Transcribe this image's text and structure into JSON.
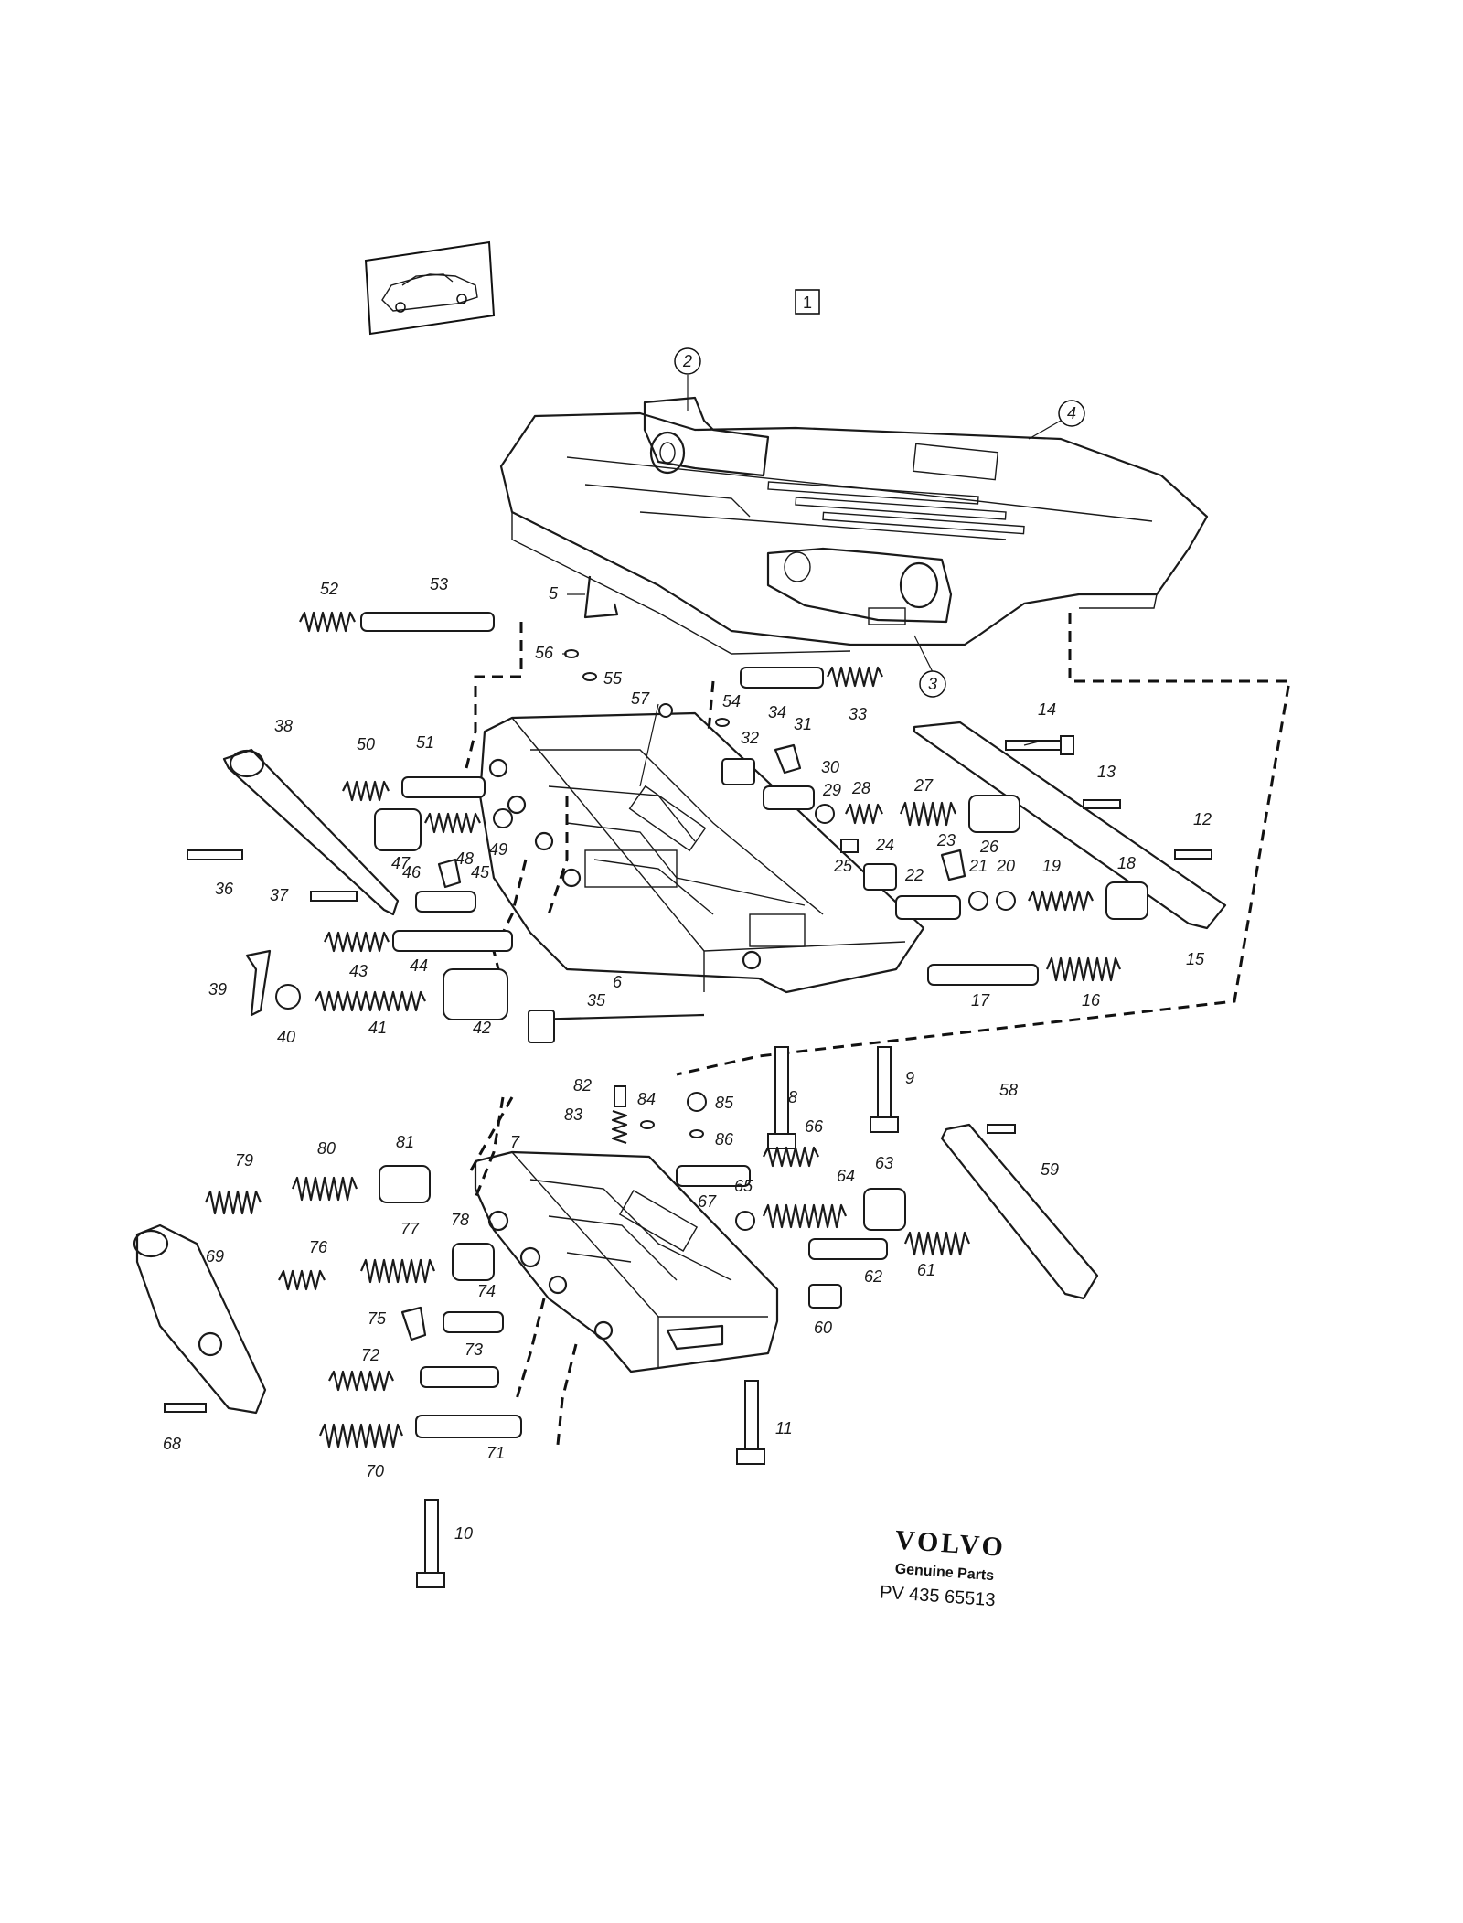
{
  "sheet": {
    "index_box": "1",
    "brand": {
      "name": "VOLVO",
      "subtitle": "Genuine Parts",
      "code": "PV 435 65513"
    }
  },
  "callouts_circled": [
    {
      "id": "2"
    },
    {
      "id": "4"
    },
    {
      "id": "3"
    }
  ],
  "callouts": [
    {
      "id": "5"
    },
    {
      "id": "52"
    },
    {
      "id": "53"
    },
    {
      "id": "56"
    },
    {
      "id": "55"
    },
    {
      "id": "57"
    },
    {
      "id": "54"
    },
    {
      "id": "34"
    },
    {
      "id": "33"
    },
    {
      "id": "31"
    },
    {
      "id": "32"
    },
    {
      "id": "30"
    },
    {
      "id": "29"
    },
    {
      "id": "28"
    },
    {
      "id": "27"
    },
    {
      "id": "26"
    },
    {
      "id": "14"
    },
    {
      "id": "13"
    },
    {
      "id": "12"
    },
    {
      "id": "38"
    },
    {
      "id": "50"
    },
    {
      "id": "51"
    },
    {
      "id": "47"
    },
    {
      "id": "48"
    },
    {
      "id": "49"
    },
    {
      "id": "46"
    },
    {
      "id": "45"
    },
    {
      "id": "36"
    },
    {
      "id": "37"
    },
    {
      "id": "25"
    },
    {
      "id": "24"
    },
    {
      "id": "23"
    },
    {
      "id": "22"
    },
    {
      "id": "21"
    },
    {
      "id": "20"
    },
    {
      "id": "19"
    },
    {
      "id": "18"
    },
    {
      "id": "43"
    },
    {
      "id": "44"
    },
    {
      "id": "6"
    },
    {
      "id": "17"
    },
    {
      "id": "16"
    },
    {
      "id": "15"
    },
    {
      "id": "39"
    },
    {
      "id": "40"
    },
    {
      "id": "41"
    },
    {
      "id": "42"
    },
    {
      "id": "35"
    },
    {
      "id": "82"
    },
    {
      "id": "84"
    },
    {
      "id": "85"
    },
    {
      "id": "8"
    },
    {
      "id": "9"
    },
    {
      "id": "83"
    },
    {
      "id": "86"
    },
    {
      "id": "7"
    },
    {
      "id": "66"
    },
    {
      "id": "58"
    },
    {
      "id": "79"
    },
    {
      "id": "80"
    },
    {
      "id": "81"
    },
    {
      "id": "59"
    },
    {
      "id": "67"
    },
    {
      "id": "64"
    },
    {
      "id": "63"
    },
    {
      "id": "65"
    },
    {
      "id": "78"
    },
    {
      "id": "76"
    },
    {
      "id": "77"
    },
    {
      "id": "69"
    },
    {
      "id": "62"
    },
    {
      "id": "61"
    },
    {
      "id": "74"
    },
    {
      "id": "60"
    },
    {
      "id": "75"
    },
    {
      "id": "73"
    },
    {
      "id": "72"
    },
    {
      "id": "68"
    },
    {
      "id": "71"
    },
    {
      "id": "70"
    },
    {
      "id": "11"
    },
    {
      "id": "10"
    }
  ]
}
